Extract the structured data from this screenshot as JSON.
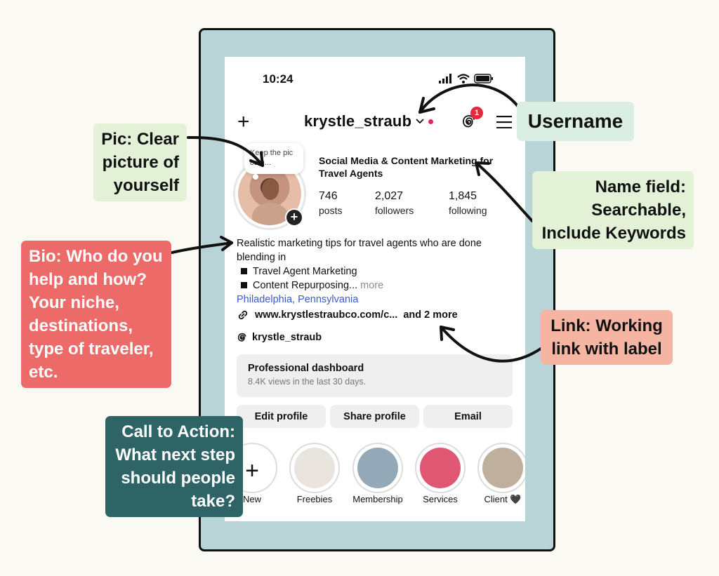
{
  "status_bar": {
    "time": "10:24"
  },
  "profile": {
    "username": "krystle_straub",
    "notifications_count": "1",
    "note_text": "Keep the pic com...",
    "name_field": "Social Media & Content Marketing for Travel Agents",
    "stats": [
      {
        "value": "746",
        "label": "posts"
      },
      {
        "value": "2,027",
        "label": "followers"
      },
      {
        "value": "1,845",
        "label": "following"
      }
    ],
    "bio": {
      "line1": "Realistic marketing tips for travel agents who are done blending in",
      "item1": "Travel Agent Marketing",
      "item2": "Content Repurposing...",
      "more": "more",
      "location": "Philadelphia, Pennsylvania"
    },
    "link": {
      "url": "www.krystlestraubco.com/c...",
      "more": "and 2 more"
    },
    "threads_handle": "krystle_straub"
  },
  "dashboard": {
    "title": "Professional dashboard",
    "subtitle": "8.4K views in the last 30 days."
  },
  "buttons": {
    "edit": "Edit profile",
    "share": "Share profile",
    "email": "Email"
  },
  "highlights": [
    {
      "label": "New",
      "color": "#ffffff"
    },
    {
      "label": "Freebies",
      "color": "#e9e4de"
    },
    {
      "label": "Membership",
      "color": "#94a9b7"
    },
    {
      "label": "Services",
      "color": "#df5773"
    },
    {
      "label": "Client 🖤",
      "color": "#bfb09e"
    }
  ],
  "callouts": {
    "username": "Username",
    "pic": "Pic: Clear picture of yourself",
    "name": "Name field: Searchable, Include Keywords",
    "bio": "Bio: Who do you help and how? Your niche, destinations, type of traveler, etc.",
    "link": "Link: Working link with label",
    "cta": "Call to Action: What next step should people take?"
  },
  "colors": {
    "frame": "#b9d4d7",
    "username_callout": "#daeee4",
    "green_callout": "#e3f1d7",
    "bio_callout": "#ec6a67",
    "link_callout": "#f6b5a3",
    "cta_callout": "#2e6466",
    "location_link": "#3a5cc6"
  },
  "icons": [
    "plus-icon",
    "chevron-down-icon",
    "threads-icon",
    "menu-icon",
    "link-icon",
    "signal-icon",
    "wifi-icon",
    "battery-icon"
  ]
}
